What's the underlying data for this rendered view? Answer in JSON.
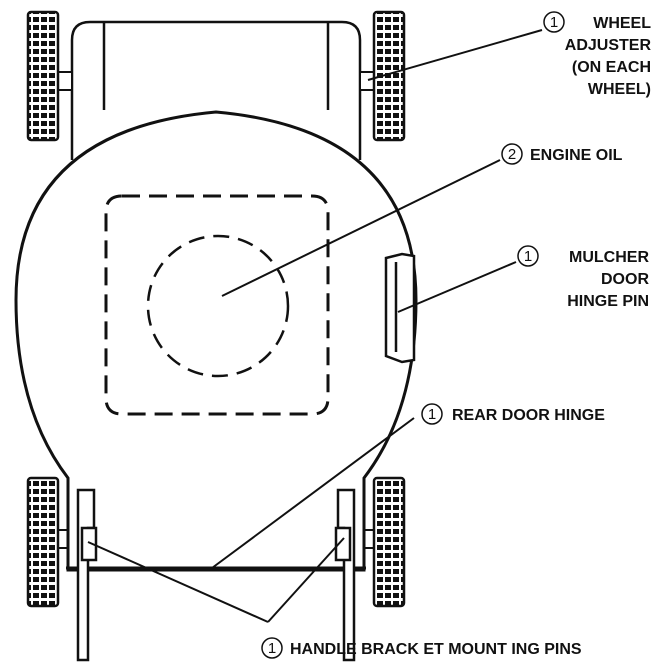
{
  "colors": {
    "line": "#111111",
    "background": "#ffffff",
    "tread": "#111111"
  },
  "labels": {
    "wheel_adjuster": {
      "number": "1",
      "lines": [
        "WHEEL",
        "ADJUSTER",
        "(ON EACH",
        "WHEEL)"
      ]
    },
    "engine_oil": {
      "number": "2",
      "lines": [
        "ENGINE OIL"
      ]
    },
    "mulcher_door_hinge_pin": {
      "number": "1",
      "lines": [
        "MULCHER",
        "DOOR",
        "HINGE PIN"
      ]
    },
    "rear_door_hinge": {
      "number": "1",
      "lines": [
        "REAR DOOR HINGE"
      ]
    },
    "handle_bracket_mounting_pins": {
      "number": "1",
      "lines": [
        "HANDLE BRACK ET MOUNT ING PINS"
      ]
    }
  },
  "icons": {
    "callout_circle": "circled-number-icon"
  }
}
